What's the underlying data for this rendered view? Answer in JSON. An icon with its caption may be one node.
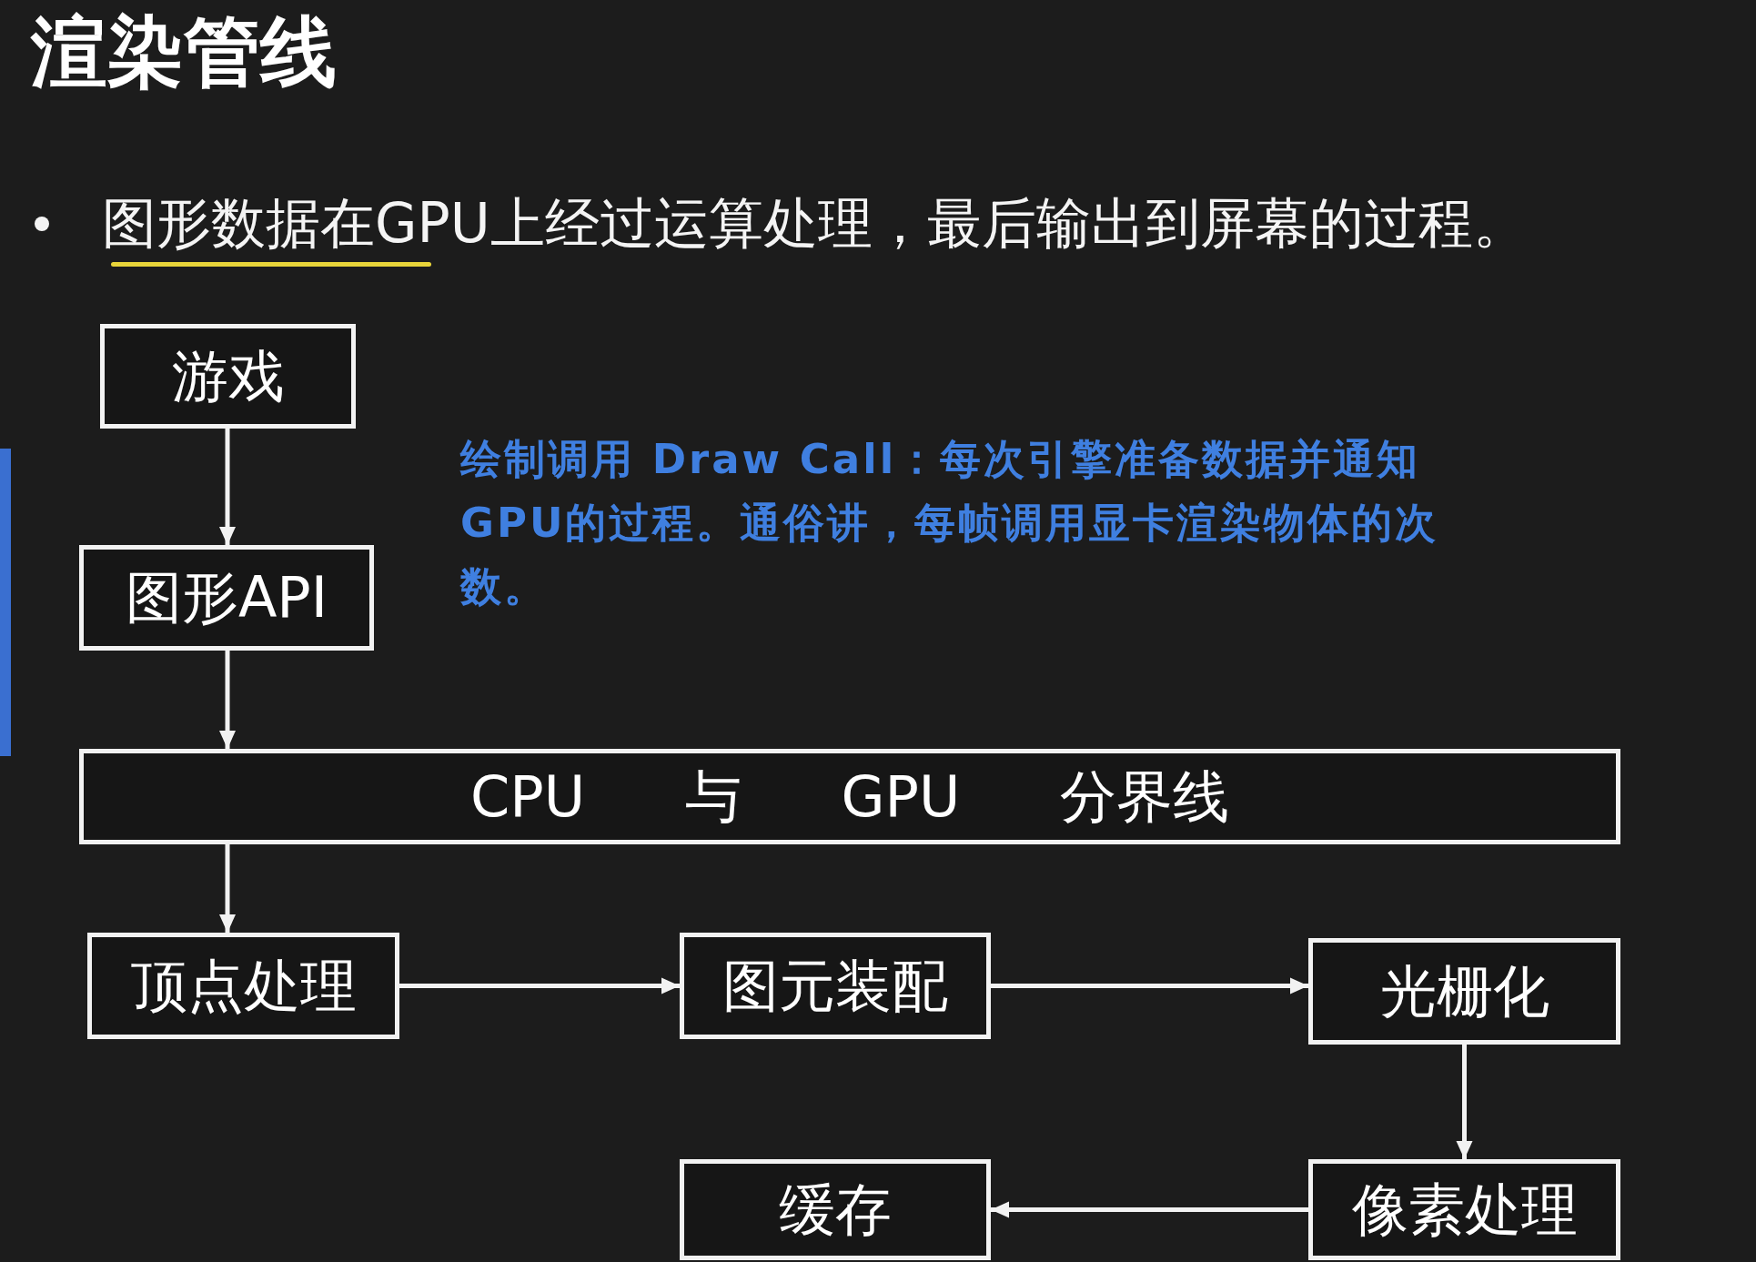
{
  "diagram": {
    "title": "渲染管线",
    "nodes": [
      {
        "text": [
          "游戏"
        ]
      },
      {
        "text": [
          "图形API"
        ]
      },
      {
        "text": [
          "CPU 与 GPU 分界线"
        ]
      },
      {
        "text": [
          "顶点处理"
        ]
      },
      {
        "text": [
          "图元装配"
        ]
      },
      {
        "text": [
          "光栅化"
        ]
      },
      {
        "text": [
          "像素处理"
        ]
      },
      {
        "text": [
          "缓存"
        ]
      }
    ],
    "edges": [
      {
        "from": 0,
        "to": 1,
        "arrow": "to"
      },
      {
        "from": 1,
        "to": 2,
        "arrow": "to"
      },
      {
        "from": 2,
        "to": 3,
        "arrow": "to"
      },
      {
        "from": 3,
        "to": 4,
        "arrow": "to"
      },
      {
        "from": 4,
        "to": 5,
        "arrow": "to"
      },
      {
        "from": 5,
        "to": 6,
        "arrow": "to"
      },
      {
        "from": 6,
        "to": 7,
        "arrow": "to"
      }
    ],
    "labels": [
      "图形数据在GPU上经过运算处理，最后输出到屏幕的过程。",
      "绘制调用 Draw Call：每次引擎准备数据并通知GPU的过程。通俗讲，每帧调用显卡渲染物体的次数。"
    ]
  }
}
